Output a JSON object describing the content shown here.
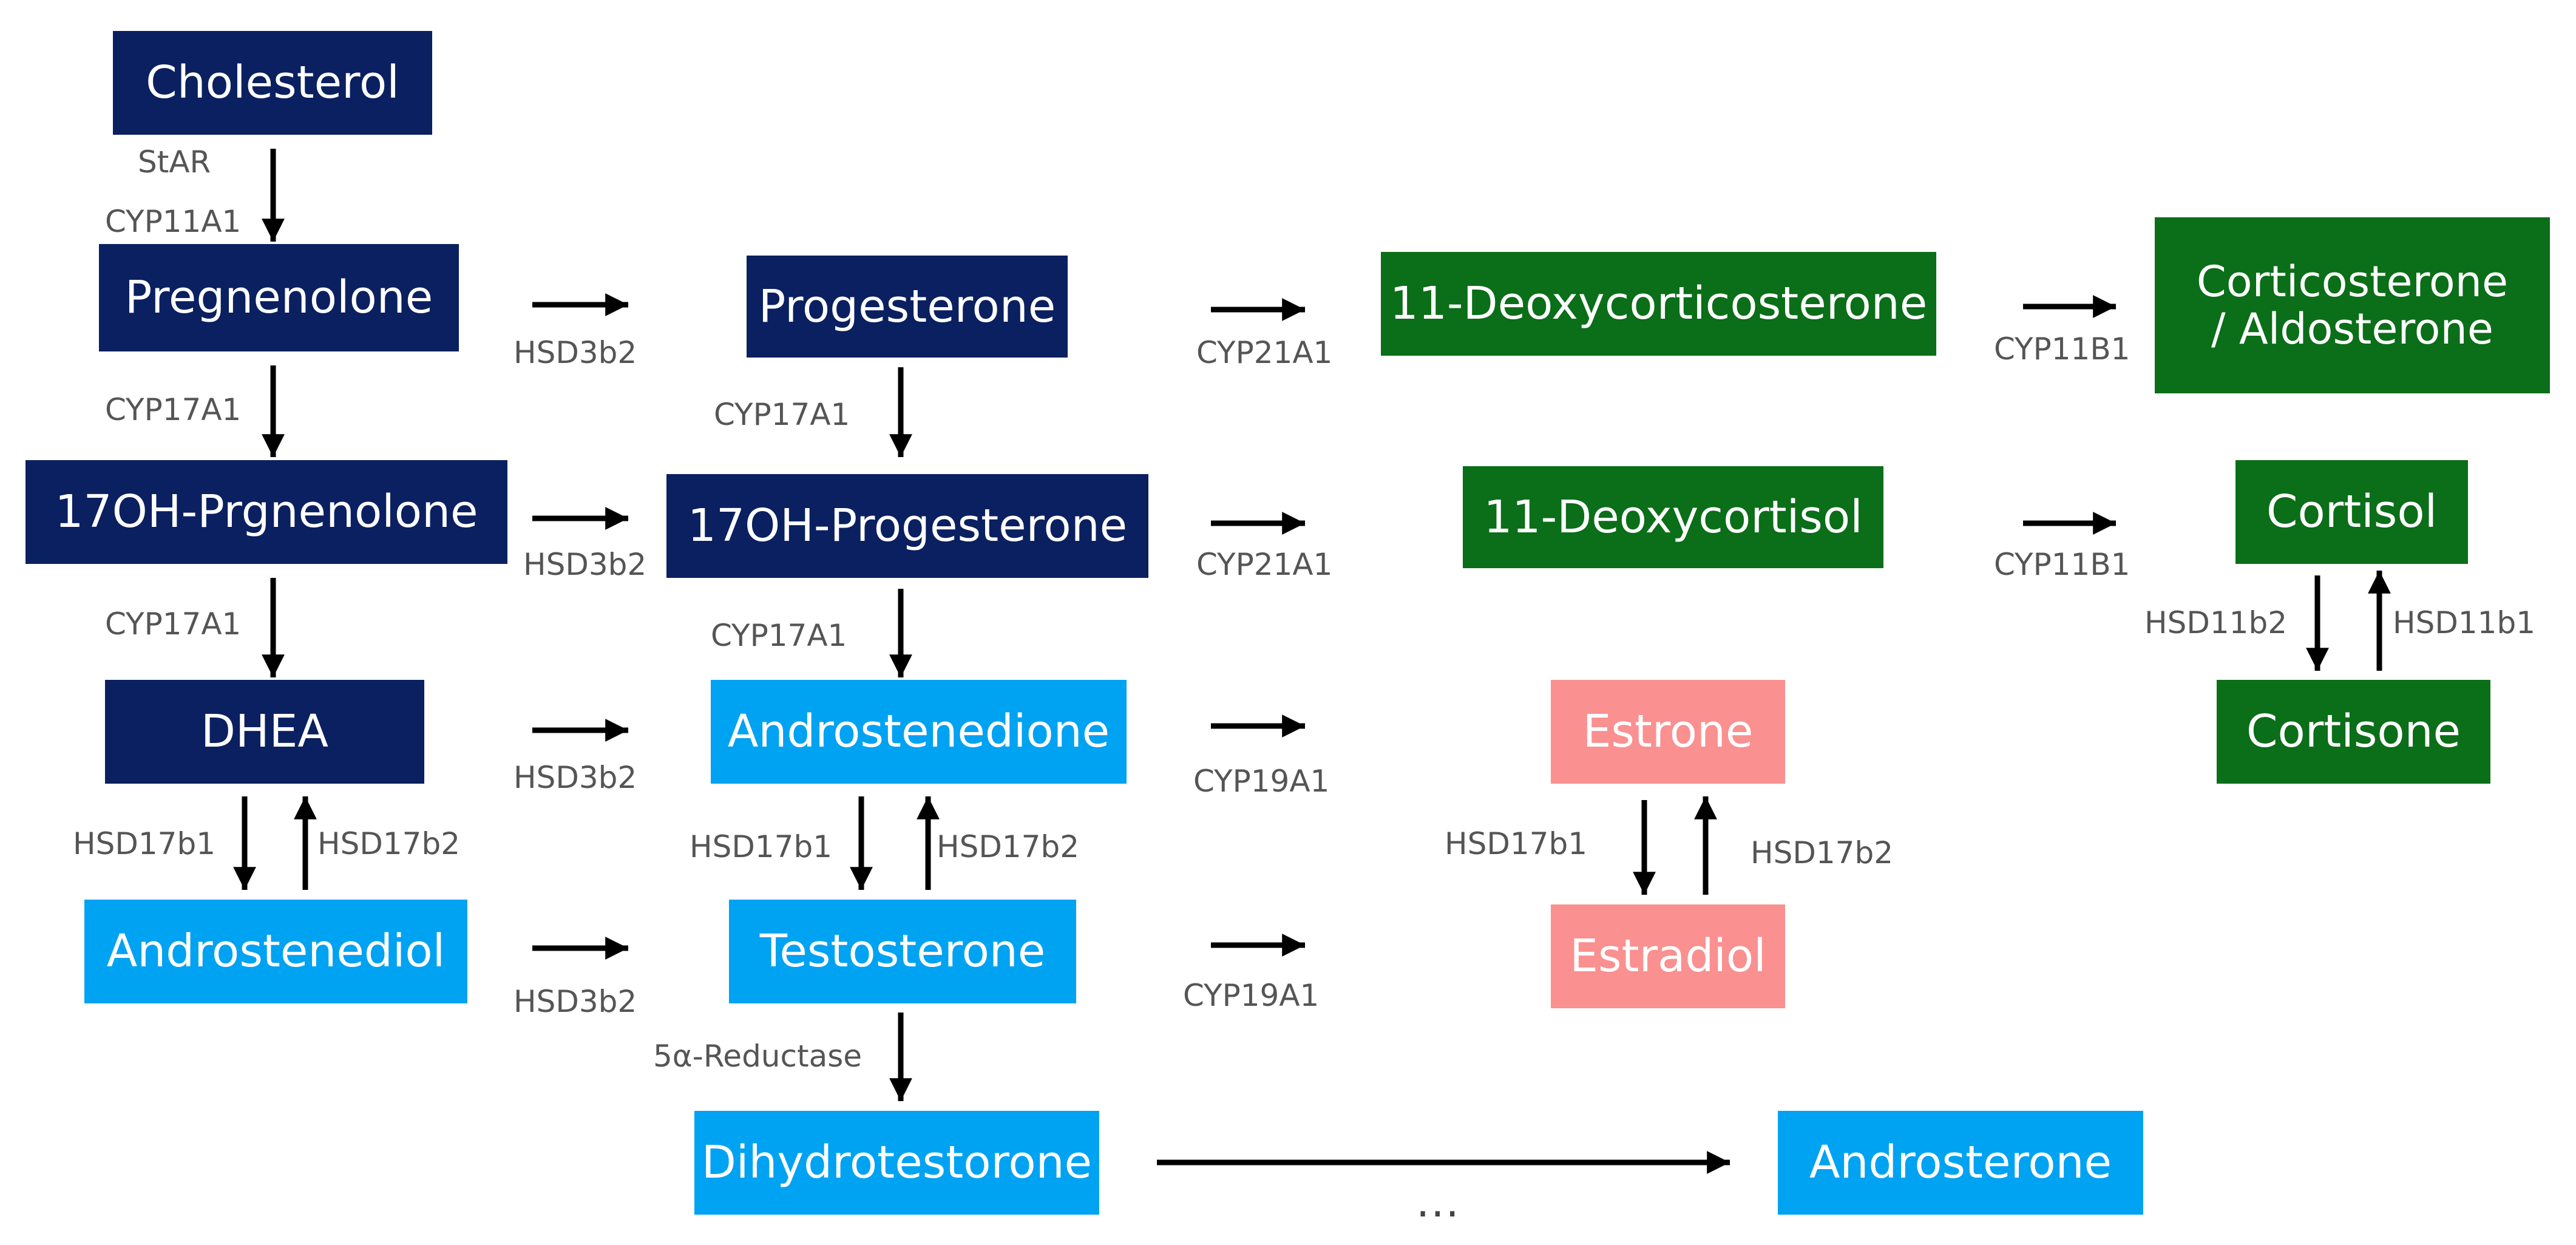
{
  "nodes": {
    "cholesterol": "Cholesterol",
    "pregnenolone": "Pregnenolone",
    "oh17_pregnenolone": "17OH-Prgnenolone",
    "dhea": "DHEA",
    "androstenediol": "Androstenediol",
    "progesterone": "Progesterone",
    "oh17_progesterone": "17OH-Progesterone",
    "androstenedione": "Androstenedione",
    "testosterone": "Testosterone",
    "dihydrotestosterone": "Dihydrotestorone",
    "deoxycorticosterone": "11-Deoxycorticosterone",
    "deoxycortisol": "11-Deoxycortisol",
    "estrone": "Estrone",
    "estradiol": "Estradiol",
    "corticosterone_line1": "Corticosterone",
    "corticosterone_line2": "/ Aldosterone",
    "cortisol": "Cortisol",
    "cortisone": "Cortisone",
    "androsterone": "Androsterone"
  },
  "enzymes": {
    "star": "StAR",
    "cyp11a1": "CYP11A1",
    "cyp17a1_a": "CYP17A1",
    "cyp17a1_b": "CYP17A1",
    "cyp17a1_c": "CYP17A1",
    "cyp17a1_d": "CYP17A1",
    "hsd3b2_a": "HSD3b2",
    "hsd3b2_b": "HSD3b2",
    "hsd3b2_c": "HSD3b2",
    "hsd3b2_d": "HSD3b2",
    "hsd17b1_a": "HSD17b1",
    "hsd17b2_a": "HSD17b2",
    "hsd17b1_b": "HSD17b1",
    "hsd17b2_b": "HSD17b2",
    "hsd17b1_c": "HSD17b1",
    "hsd17b2_c": "HSD17b2",
    "reductase": "5α-Reductase",
    "cyp21a1_a": "CYP21A1",
    "cyp21a1_b": "CYP21A1",
    "cyp19a1_a": "CYP19A1",
    "cyp19a1_b": "CYP19A1",
    "cyp11b1_a": "CYP11B1",
    "cyp11b1_b": "CYP11B1",
    "hsd11b2": "HSD11b2",
    "hsd11b1": "HSD11b1",
    "ellipsis": "..."
  },
  "colors": {
    "navy": "#0b2060",
    "green": "#0b6e18",
    "light_blue": "#00a2f2",
    "pink": "#fa9090",
    "arrow": "#000000",
    "label": "#555555"
  }
}
